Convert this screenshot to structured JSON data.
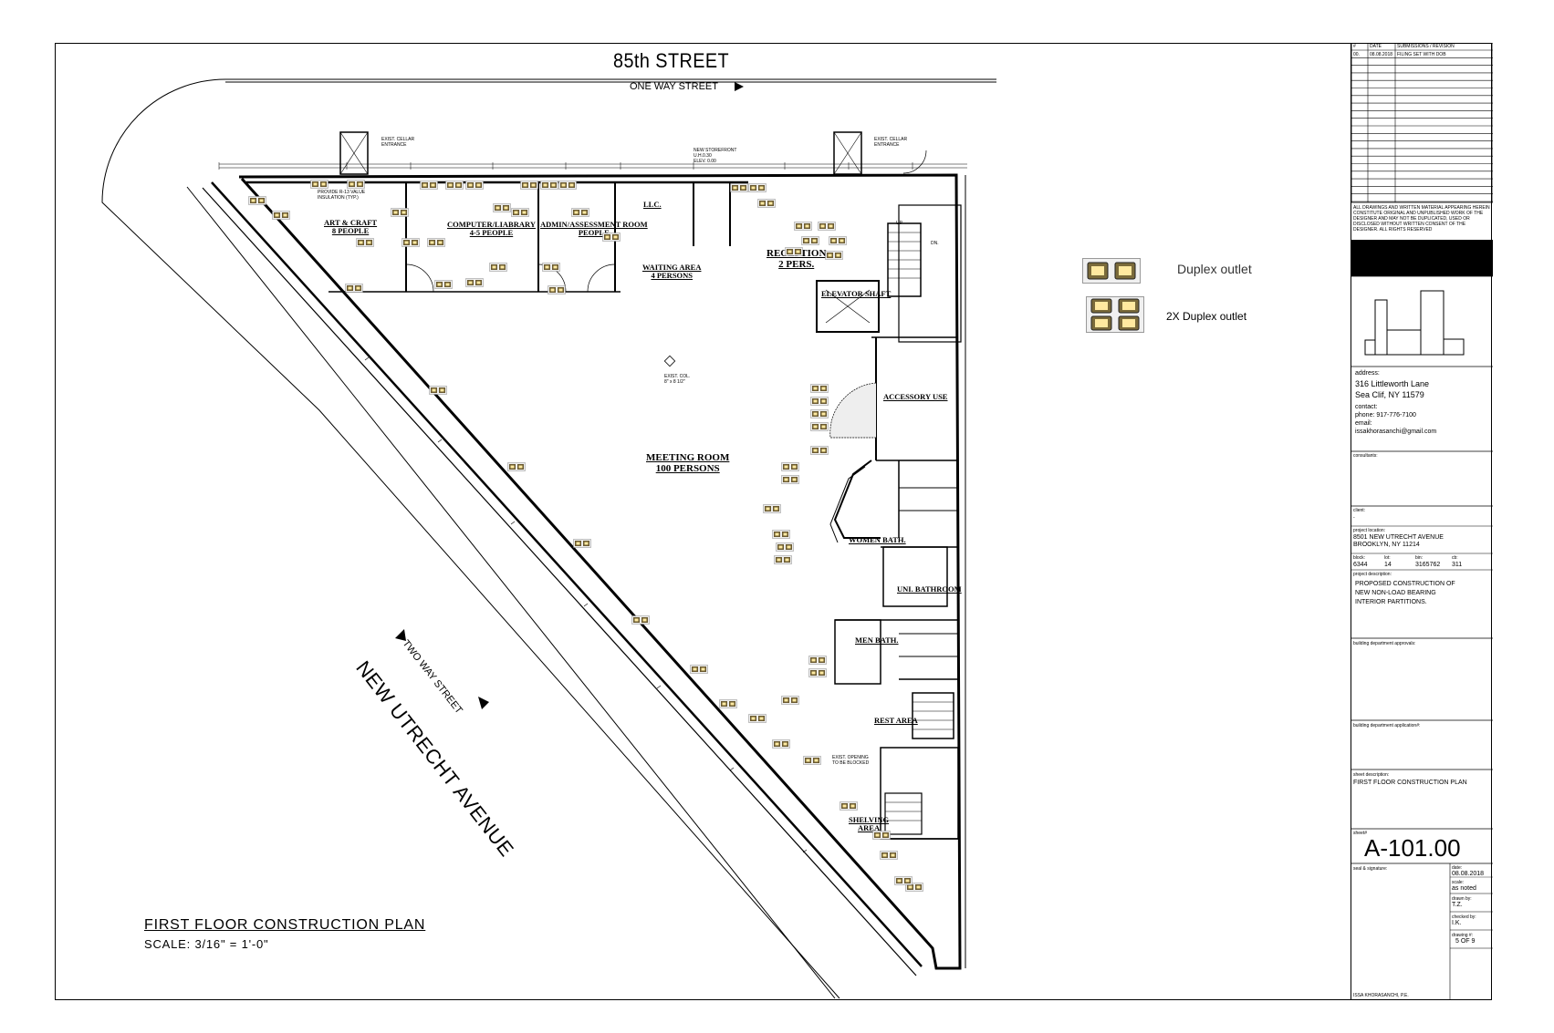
{
  "plan": {
    "street_top": "85th STREET",
    "street_top_sub": "ONE WAY STREET",
    "street_diag": "NEW UTRECHT AVENUE",
    "street_diag_sub": "TWO WAY STREET",
    "drawing_title": "FIRST FLOOR CONSTRUCTION PLAN",
    "drawing_scale": "SCALE: 3/16\" = 1'-0\"",
    "rooms": {
      "art": [
        "ART & CRAFT",
        "8 PEOPLE"
      ],
      "computer": [
        "COMPUTER/LIABRARY",
        "4-5 PEOPLE"
      ],
      "admin": [
        "ADMIN/ASSESSMENT ROOM",
        "PEOPLE"
      ],
      "waiting": [
        "WAITING AREA",
        "4 PERSONS"
      ],
      "reception": [
        "RECEPTION",
        "2 PERS."
      ],
      "elevator": "ELEVATOR SHAFT",
      "accessory": "ACCESSORY USE",
      "meeting": [
        "MEETING ROOM",
        "100 PERSONS"
      ],
      "women": "WOMEN BATH.",
      "men": "MEN BATH.",
      "unisex": "UNI. BATHROOM",
      "rest": "REST AREA",
      "shelving": [
        "SHELVING",
        "AREA"
      ],
      "llc": "LLC."
    },
    "notes": {
      "cellar_left": [
        "EXIST. CELLAR",
        "ENTRANCE"
      ],
      "cellar_right": [
        "EXIST. CELLAR",
        "ENTRANCE"
      ],
      "storefront": [
        "NEW STOREFRONT",
        "U.H.0.30",
        "ELEV. 0.00"
      ],
      "insulation": [
        "PROVIDE R-13 VALUE",
        "INSULATION (TYP.)"
      ],
      "exist_col": [
        "EXIST. COL.",
        "8\" x 8 1/2\""
      ],
      "opening": [
        "EXIST. OPENING",
        "TO BE BLOCKED"
      ],
      "up": "UP",
      "dn": "DN."
    }
  },
  "legend": {
    "duplex": "Duplex outlet",
    "duplex2x": "2X Duplex outlet"
  },
  "titleblock": {
    "revision_headers": [
      "#",
      "DATE",
      "SUBMISSIONS / REVISION"
    ],
    "revision_row": [
      "00.",
      "08.08.2018",
      "FILING SET WITH DOB"
    ],
    "copyright": "ALL DRAWINGS AND WRITTEN MATERIAL APPEARING HEREIN CONSTITUTE ORIGINAL AND UNPUBLISHED WORK OF THE DESIGNER AND MAY NOT BE DUPLICATED, USED OR DISCLOSED WITHOUT WRITTEN CONSENT OF THE DESIGNER. ALL RIGHTS RESERVED",
    "address_label": "address:",
    "address_line1": "316 Littleworth Lane",
    "address_line2": "Sea Clif, NY 11579",
    "contact_label": "contact:",
    "phone": "phone: 917-776-7100",
    "email_label": "email:",
    "email": "issakhorasanchi@gmail.com",
    "consultants_label": "consultants:",
    "client_label": "client:",
    "client_value": "-",
    "project_location_label": "project location:",
    "project_location_1": "8501 NEW UTRECHT AVENUE",
    "project_location_2": "BROOKLYN, NY 11214",
    "block_label": "block:",
    "block": "6344",
    "lot_label": "lot:",
    "lot": "14",
    "bin_label": "bin:",
    "bin": "3165762",
    "cb_label": "cb:",
    "cb": "311",
    "project_desc_label": "project description:",
    "project_desc": [
      "PROPOSED CONSTRUCTION OF",
      "NEW NON-LOAD BEARING",
      "INTERIOR PARTITIONS."
    ],
    "approvals_label": "building department approvals:",
    "application_label": "building department application#:",
    "sheet_desc_label": "sheet description:",
    "sheet_desc": "FIRST FLOOR CONSTRUCTION PLAN",
    "sheet_label": "sheet#",
    "sheet_no": "A-101.00",
    "seal_label": "seal & signature:",
    "date_label": "date:",
    "date": "08.08.2018",
    "scale_label": "scale:",
    "scale": "as noted",
    "drawn_label": "drawn by:",
    "drawn": "T.Z.",
    "checked_label": "checked by:",
    "checked": "I.K.",
    "drawing_label": "drawing #:",
    "drawing": "5  OF 9",
    "engineer": "ISSA KHORASANCHI, P.E."
  }
}
